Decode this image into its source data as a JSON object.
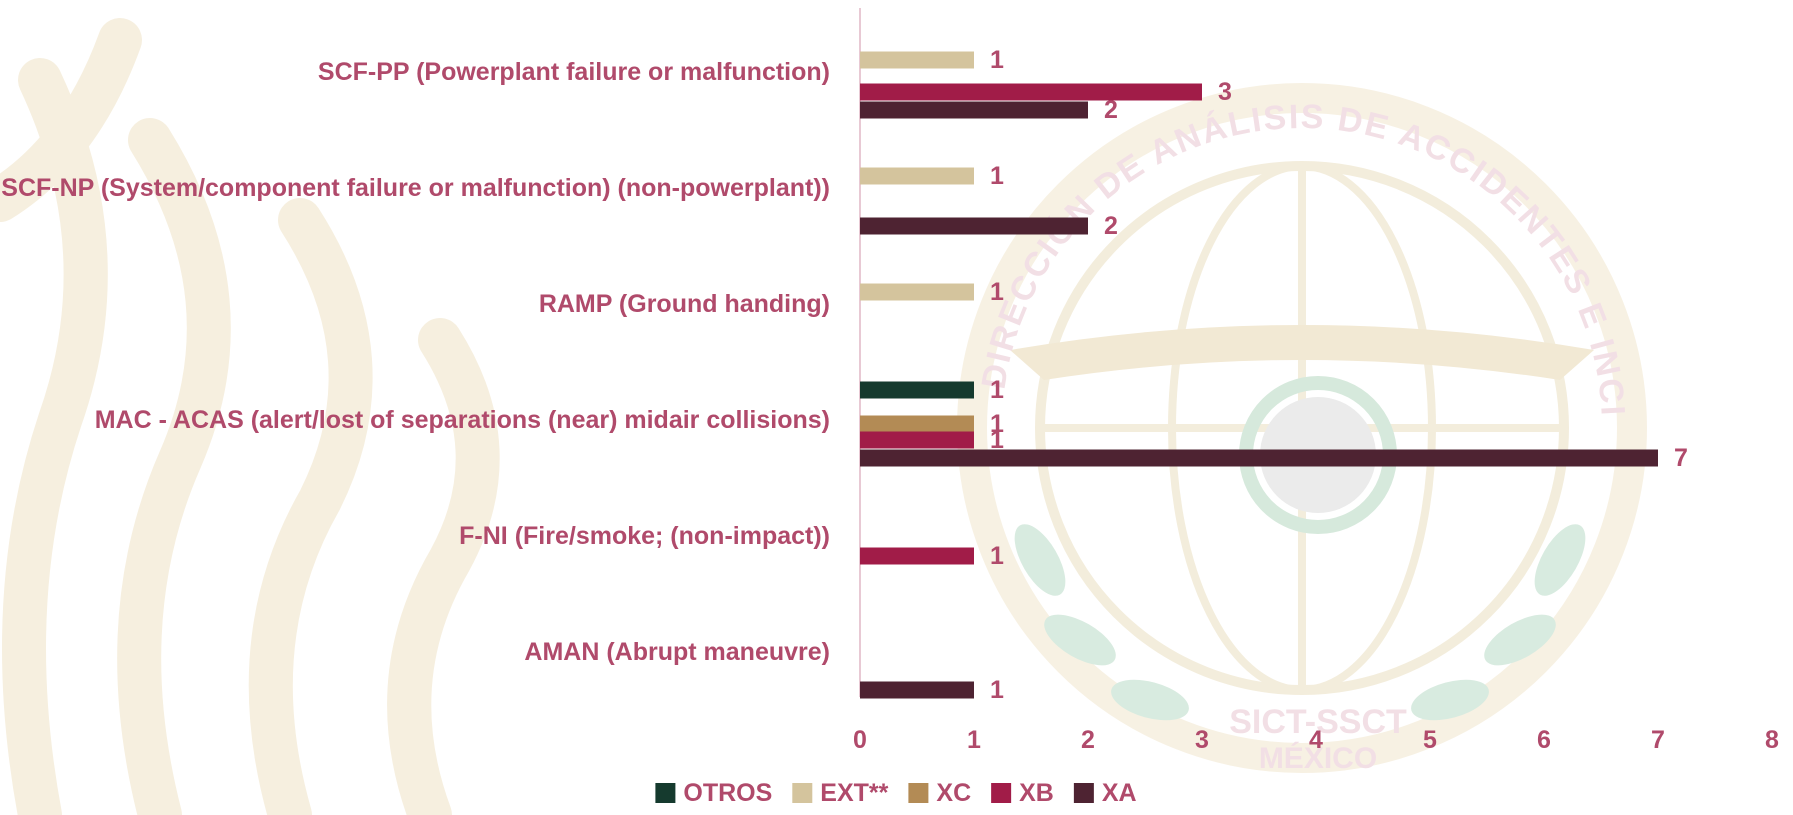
{
  "chart_data": {
    "type": "bar",
    "orientation": "horizontal",
    "categories": [
      "SCF-PP (Powerplant failure or malfunction)",
      "SCF-NP (System/component failure or malfunction) (non-powerplant))",
      "RAMP (Ground handing)",
      "MAC - ACAS (alert/lost of separations (near) midair collisions)",
      "F-NI (Fire/smoke; (non-impact))",
      "AMAN (Abrupt maneuvre)"
    ],
    "series": [
      {
        "name": "OTROS",
        "color": "#153a2e",
        "values": [
          null,
          null,
          null,
          1,
          null,
          null
        ]
      },
      {
        "name": "EXT**",
        "color": "#d4c49d",
        "values": [
          1,
          1,
          1,
          null,
          null,
          null
        ]
      },
      {
        "name": "XC",
        "color": "#b38b55",
        "values": [
          null,
          null,
          null,
          1,
          null,
          null
        ]
      },
      {
        "name": "XB",
        "color": "#a11c48",
        "values": [
          3,
          null,
          null,
          1,
          1,
          null
        ]
      },
      {
        "name": "XA",
        "color": "#4e2332",
        "values": [
          2,
          2,
          null,
          7,
          null,
          1
        ]
      }
    ],
    "xlim": [
      0,
      8
    ],
    "xticks": [
      "0",
      "1",
      "2",
      "3",
      "4",
      "5",
      "6",
      "7",
      "8"
    ],
    "data_labels": true,
    "legend_position": "bottom",
    "label_color": "#b04a6b",
    "title": "",
    "xlabel": "",
    "ylabel": ""
  },
  "watermark": {
    "line1": "SICT-SSCT",
    "line2": "MÉXICO",
    "ring_text": "DIRECCIÓN DE ANÁLISIS DE ACCIDENTES E INCIDENTES DE AVIACIÓN"
  }
}
